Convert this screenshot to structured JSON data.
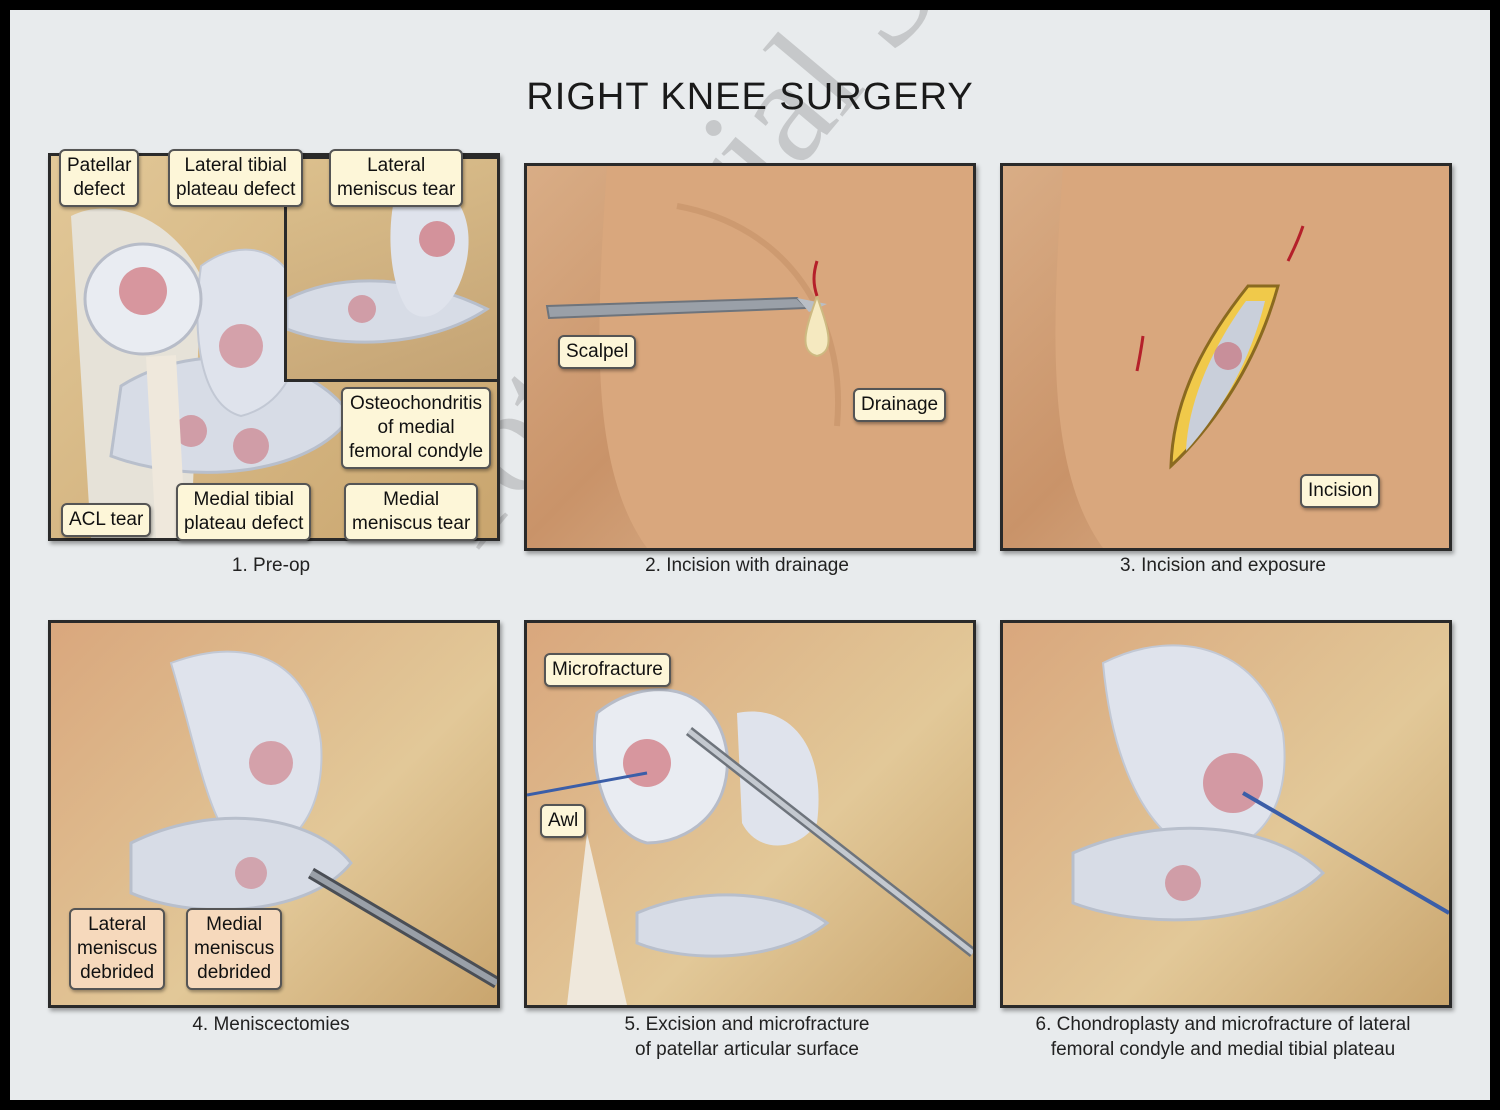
{
  "title": "RIGHT KNEE SURGERY",
  "watermark": "Total Trial Solutions",
  "colors": {
    "background": "#e8ebed",
    "callout": "#fdf6d8",
    "callout_peach": "#f6d9bc",
    "skin": "#d4a37a",
    "bone": "#d8b886",
    "cartilage": "#d4dbe8",
    "defect": "#b0303a"
  },
  "panels": [
    {
      "caption": "1. Pre-op",
      "callouts": {
        "patellar_defect": "Patellar\ndefect",
        "lateral_tibial": "Lateral tibial\nplateau defect",
        "lateral_meniscus": "Lateral\nmeniscus tear",
        "osteochondritis": "Osteochondritis\nof medial\nfemoral condyle",
        "acl_tear": "ACL tear",
        "medial_tibial": "Medial tibial\nplateau defect",
        "medial_meniscus": "Medial\nmeniscus tear"
      }
    },
    {
      "caption": "2. Incision with drainage",
      "callouts": {
        "scalpel": "Scalpel",
        "drainage": "Drainage"
      }
    },
    {
      "caption": "3. Incision and exposure",
      "callouts": {
        "incision": "Incision"
      }
    },
    {
      "caption": "4. Meniscectomies",
      "callouts": {
        "lateral_debrided": "Lateral\nmeniscus\ndebrided",
        "medial_debrided": "Medial\nmeniscus\ndebrided"
      }
    },
    {
      "caption": "5. Excision and microfracture\nof patellar articular surface",
      "callouts": {
        "microfracture": "Microfracture",
        "awl": "Awl"
      }
    },
    {
      "caption": "6. Chondroplasty and microfracture of lateral\nfemoral condyle and medial tibial plateau",
      "callouts": {}
    }
  ]
}
